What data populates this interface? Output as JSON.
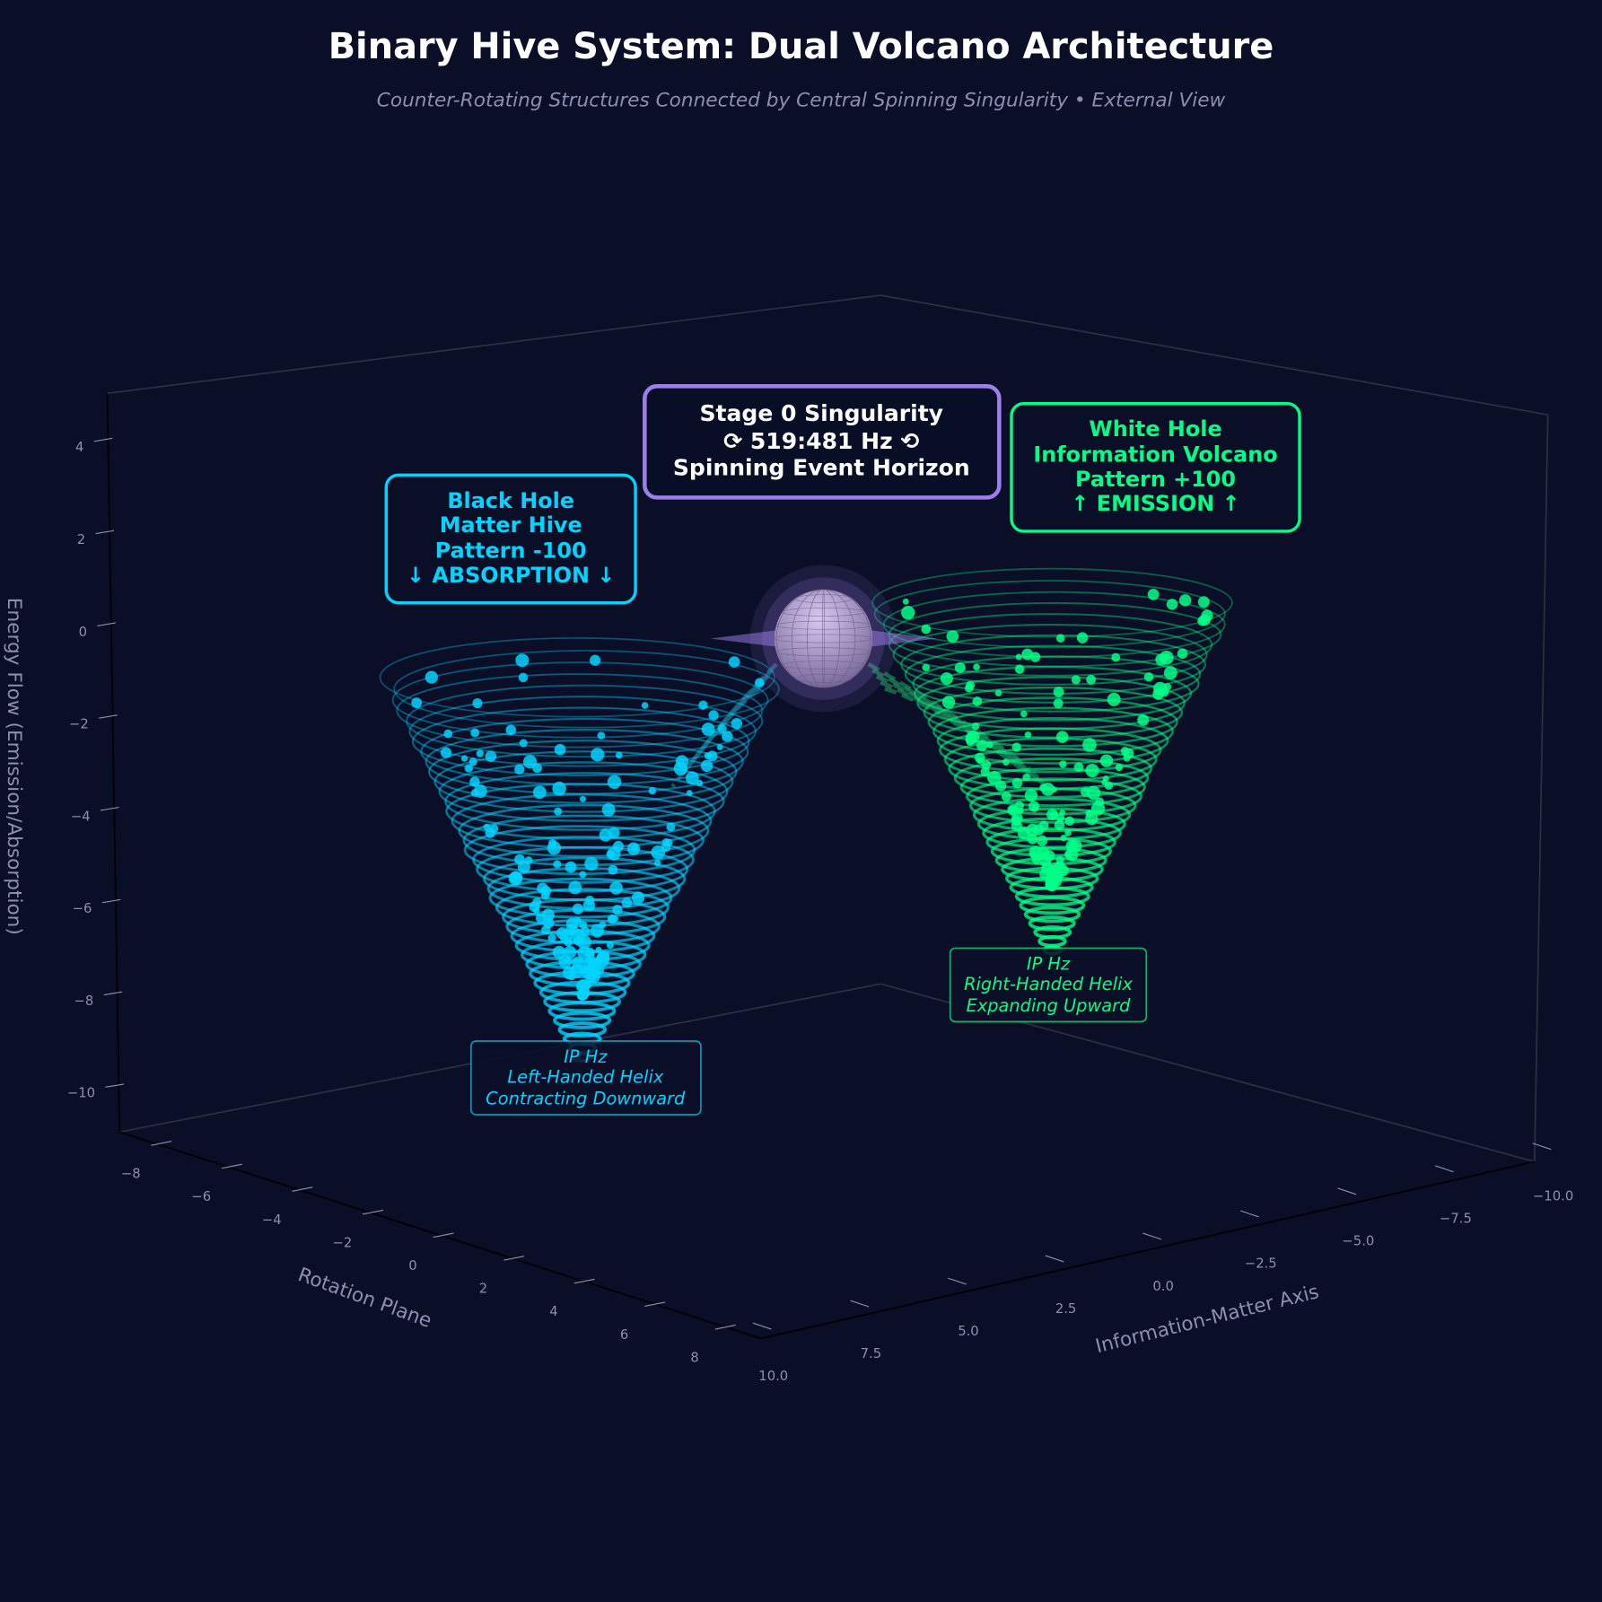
{
  "chart_data": {
    "type": "scatter",
    "projection": "3d",
    "title": "Binary Hive System: Dual Volcano Architecture",
    "subtitle": "Counter-Rotating Structures Connected by Central Spinning Singularity • External View",
    "xlabel": "Information-Matter Axis",
    "ylabel": "Rotation Plane",
    "zlabel": "Energy Flow (Emission/Absorption)",
    "xlim": [
      -10,
      10
    ],
    "ylim": [
      -9,
      9
    ],
    "zlim": [
      -11,
      5
    ],
    "x_ticks": [
      "10.0",
      "7.5",
      "5.0",
      "2.5",
      "0.0",
      "−2.5",
      "−5.0",
      "−7.5",
      "−10.0"
    ],
    "y_ticks": [
      "−8",
      "−6",
      "−4",
      "−2",
      "0",
      "2",
      "4",
      "6",
      "8"
    ],
    "z_ticks": [
      "4",
      "2",
      "0",
      "−2",
      "−4",
      "−6",
      "−8",
      "−10"
    ],
    "series": [
      {
        "name": "Black Hole Matter Hive",
        "color": "#00d4ff",
        "shape": "inverted cone helix",
        "z_range": [
          -10,
          -1
        ],
        "top_radius": 5,
        "handedness": "left",
        "direction": "contracting downward"
      },
      {
        "name": "White Hole Information Volcano",
        "color": "#00ff88",
        "shape": "inverted cone helix",
        "z_range": [
          -7,
          0.5
        ],
        "top_radius": 5,
        "handedness": "right",
        "direction": "expanding upward"
      },
      {
        "name": "Stage 0 Singularity",
        "color": "#9d7fea",
        "shape": "sphere",
        "center": [
          0,
          0,
          0
        ]
      }
    ],
    "annotations": {
      "singularity": [
        "Stage 0 Singularity",
        "⟳ 519:481 Hz ⟲",
        "Spinning Event Horizon"
      ],
      "black_hole": [
        "Black Hole",
        "Matter Hive",
        "Pattern -100",
        "↓ ABSORPTION ↓"
      ],
      "white_hole": [
        "White Hole",
        "Information Volcano",
        "Pattern +100",
        "↑ EMISSION ↑"
      ],
      "black_hole_base": [
        "IP Hz",
        "Left-Handed Helix",
        "Contracting Downward"
      ],
      "white_hole_base": [
        "IP Hz",
        "Right-Handed Helix",
        "Expanding Upward"
      ]
    },
    "colors": {
      "background": "#0a0e27",
      "blue": "#00d4ff",
      "green": "#00ff88",
      "purple": "#9d7fea"
    }
  }
}
